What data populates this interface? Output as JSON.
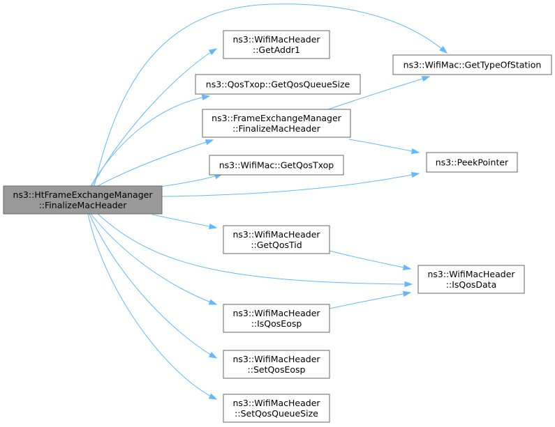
{
  "nodes": {
    "root": [
      "ns3::HtFrameExchangeManager",
      "::FinalizeMacHeader"
    ],
    "getaddr1": [
      "ns3::WifiMacHeader",
      "::GetAddr1"
    ],
    "getqosqueuesize": [
      "ns3::QosTxop::GetQosQueueSize"
    ],
    "fem_finalize": [
      "ns3::FrameExchangeManager",
      "::FinalizeMacHeader"
    ],
    "getqostxop": [
      "ns3::WifiMac::GetQosTxop"
    ],
    "getqostid": [
      "ns3::WifiMacHeader",
      "::GetQosTid"
    ],
    "isqoseosp": [
      "ns3::WifiMacHeader",
      "::IsQosEosp"
    ],
    "setqoseosp": [
      "ns3::WifiMacHeader",
      "::SetQosEosp"
    ],
    "setqosqueuesize": [
      "ns3::WifiMacHeader",
      "::SetQosQueueSize"
    ],
    "gettypeofstation": [
      "ns3::WifiMac::GetTypeOfStation"
    ],
    "peekpointer": [
      "ns3::PeekPointer"
    ],
    "isqosdata": [
      "ns3::WifiMacHeader",
      "::IsQosData"
    ]
  },
  "edges": [
    [
      "root",
      "gettypeofstation"
    ],
    [
      "root",
      "getaddr1"
    ],
    [
      "root",
      "getqosqueuesize"
    ],
    [
      "root",
      "fem_finalize"
    ],
    [
      "root",
      "getqostxop"
    ],
    [
      "root",
      "peekpointer"
    ],
    [
      "root",
      "getqostid"
    ],
    [
      "root",
      "isqosdata"
    ],
    [
      "root",
      "isqoseosp"
    ],
    [
      "root",
      "setqoseosp"
    ],
    [
      "root",
      "setqosqueuesize"
    ],
    [
      "fem_finalize",
      "gettypeofstation"
    ],
    [
      "fem_finalize",
      "peekpointer"
    ],
    [
      "getqostid",
      "isqosdata"
    ],
    [
      "isqoseosp",
      "isqosdata"
    ]
  ],
  "colors": {
    "edge": "#63b8ff",
    "root_fill": "#999999",
    "node_border": "#666666"
  }
}
